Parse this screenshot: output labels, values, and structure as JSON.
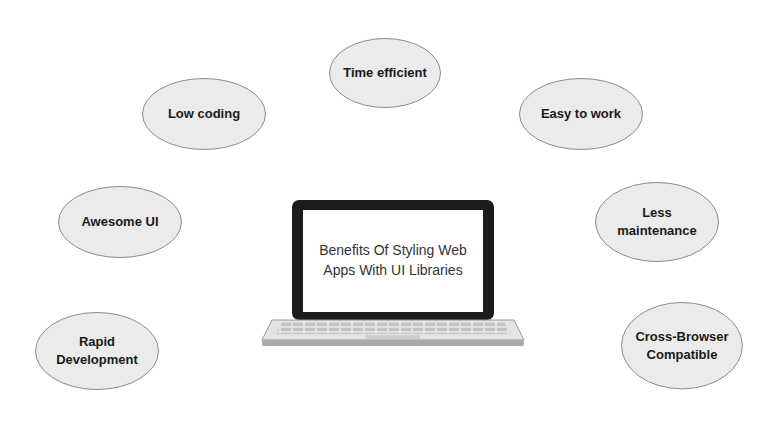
{
  "diagram": {
    "nodes": [
      {
        "text": [
          "Time efficient"
        ]
      },
      {
        "text": [
          "Low coding"
        ]
      },
      {
        "text": [
          "Easy to work"
        ]
      },
      {
        "text": [
          "Awesome UI"
        ]
      },
      {
        "text": [
          "Benefits Of Styling Web Apps With UI Libraries"
        ]
      },
      {
        "text": [
          "Less maintenance"
        ]
      },
      {
        "text": [
          "Rapid Development"
        ]
      },
      {
        "text": [
          "Cross-Browser Compatible"
        ]
      }
    ]
  }
}
